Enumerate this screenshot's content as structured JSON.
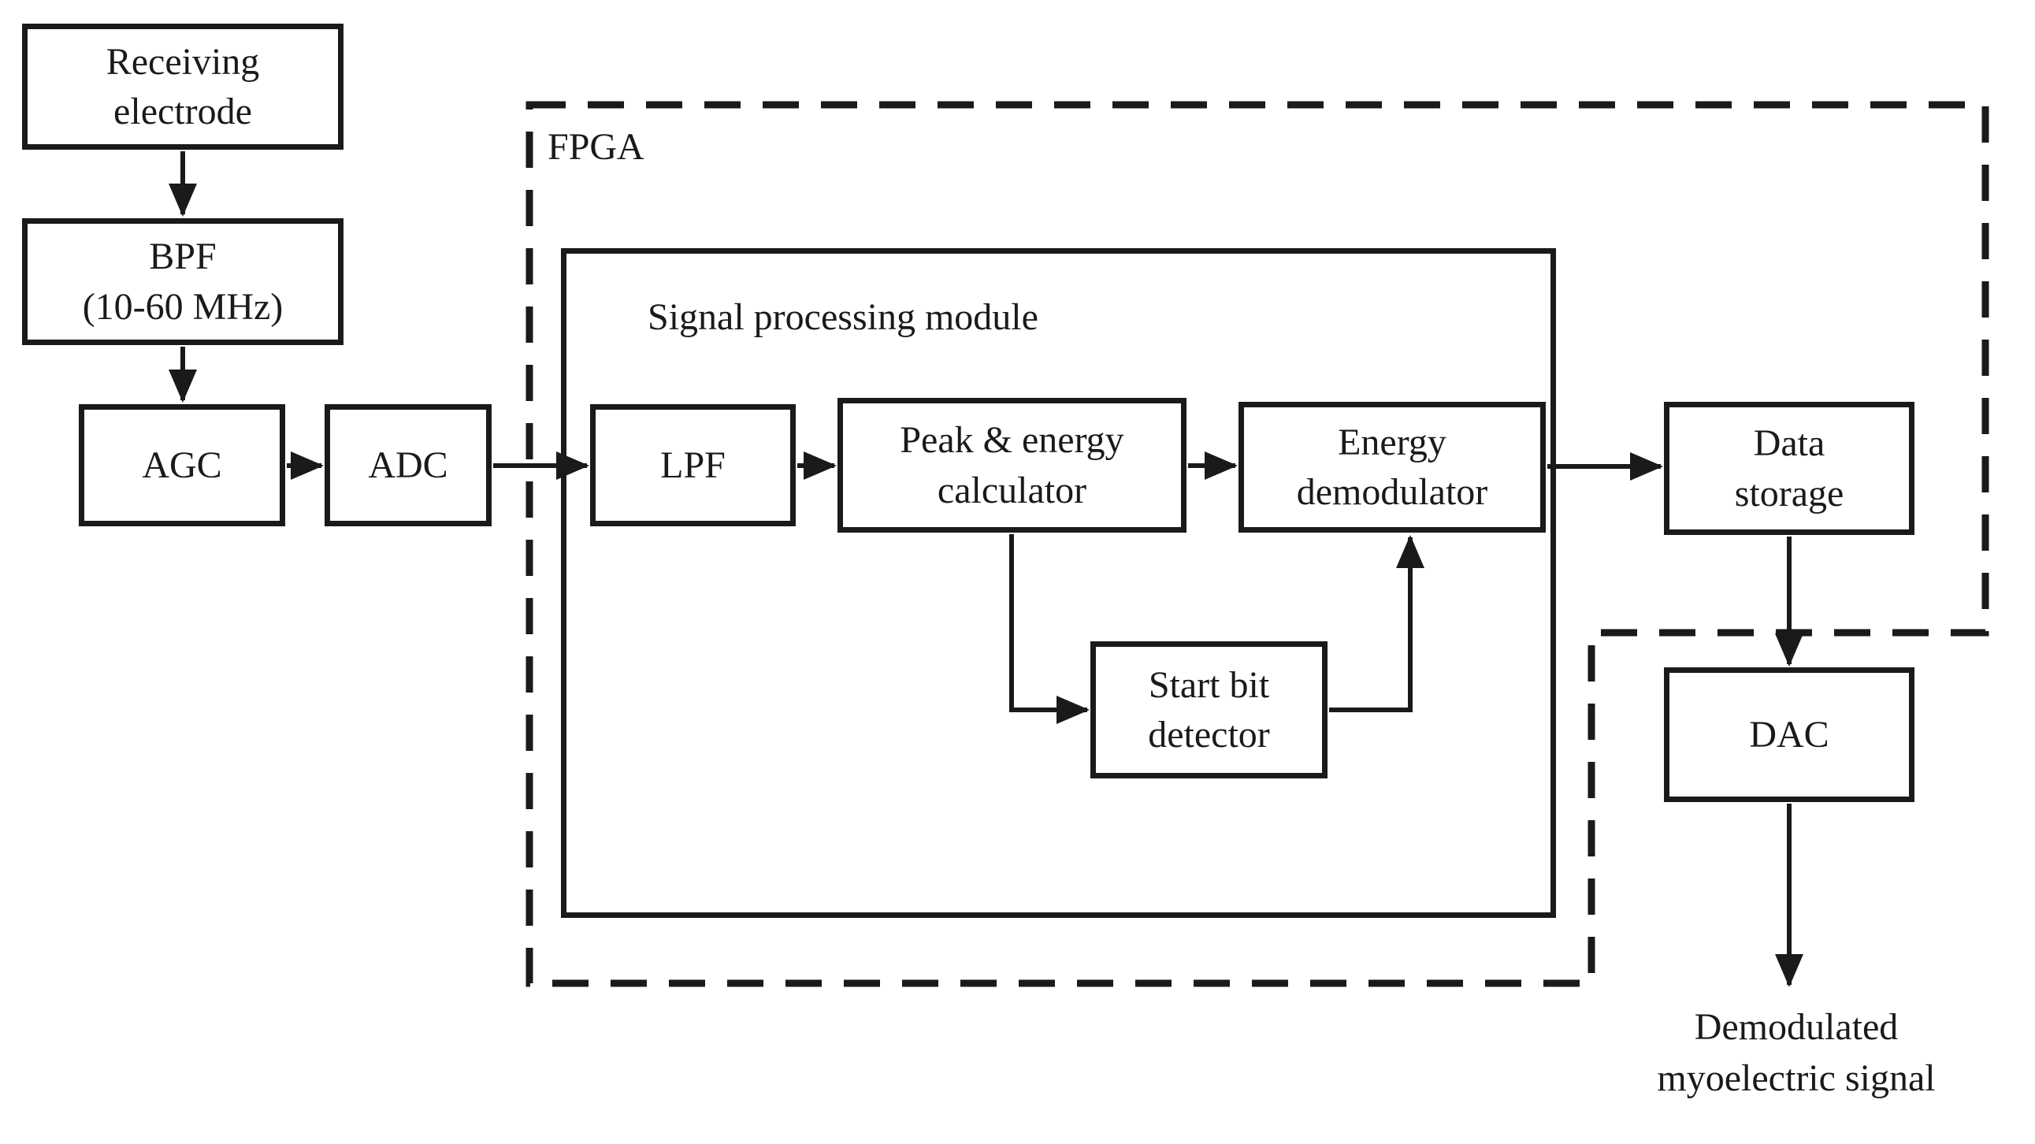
{
  "figure": {
    "type": "block-diagram",
    "ink_color": "#1a1a1a",
    "background_color": "#ffffff"
  },
  "blocks": {
    "receiving_electrode": {
      "label": "Receiving\nelectrode"
    },
    "bpf": {
      "label": "BPF\n(10-60 MHz)"
    },
    "agc": {
      "label": "AGC"
    },
    "adc": {
      "label": "ADC"
    },
    "lpf": {
      "label": "LPF"
    },
    "peak_energy_calculator": {
      "label": "Peak & energy\ncalculator"
    },
    "energy_demodulator": {
      "label": "Energy\ndemodulator"
    },
    "start_bit_detector": {
      "label": "Start bit\ndetector"
    },
    "data_storage": {
      "label": "Data\nstorage"
    },
    "dac": {
      "label": "DAC"
    }
  },
  "containers": {
    "fpga": {
      "label": "FPGA"
    },
    "signal_processing_module": {
      "label": "Signal processing module"
    }
  },
  "annotations": {
    "output_signal": {
      "label": "Demodulated\nmyoelectric signal"
    }
  }
}
